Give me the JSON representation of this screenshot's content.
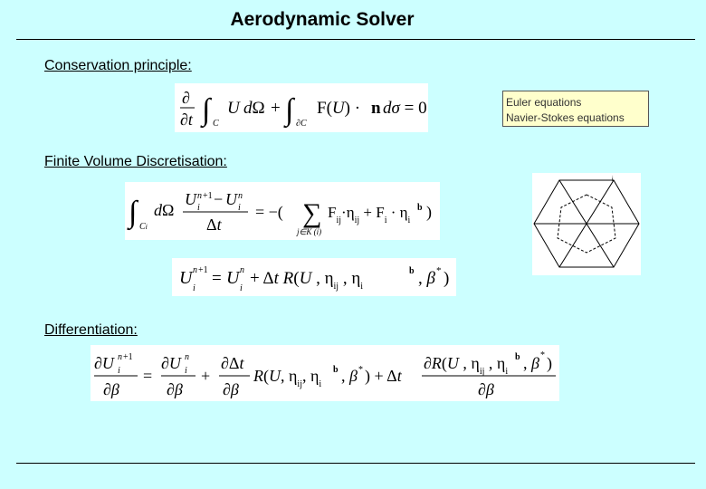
{
  "title": "Aerodynamic Solver",
  "sections": {
    "conservation": "Conservation principle:",
    "finite_volume": "Finite Volume Discretisation:",
    "differentiation": "Differentiation:"
  },
  "note": {
    "line1": "Euler equations",
    "line2": "Navier-Stokes equations"
  },
  "equations": {
    "conservation": "∂/∂t ∫C U dΩ + ∫∂C F(U) · n dσ = 0",
    "fv_integral": "∫Ci dΩ (Ui^(n+1) − Ui^n)/Δt = −( Σ j∈K(i) Fij·ηij + Fi·ηi^b )",
    "fv_update": "Ui^(n+1) = Ui^n + Δt R(U, ηij, ηi^b, β*)",
    "differentiation": "∂Ui^(n+1)/∂β = ∂Ui^n/∂β + ∂Δt/∂β R(U, ηij, ηi^b, β*) + Δt ∂R(U, ηij, ηi^b, β*)/∂β"
  },
  "mesh_label": "i"
}
